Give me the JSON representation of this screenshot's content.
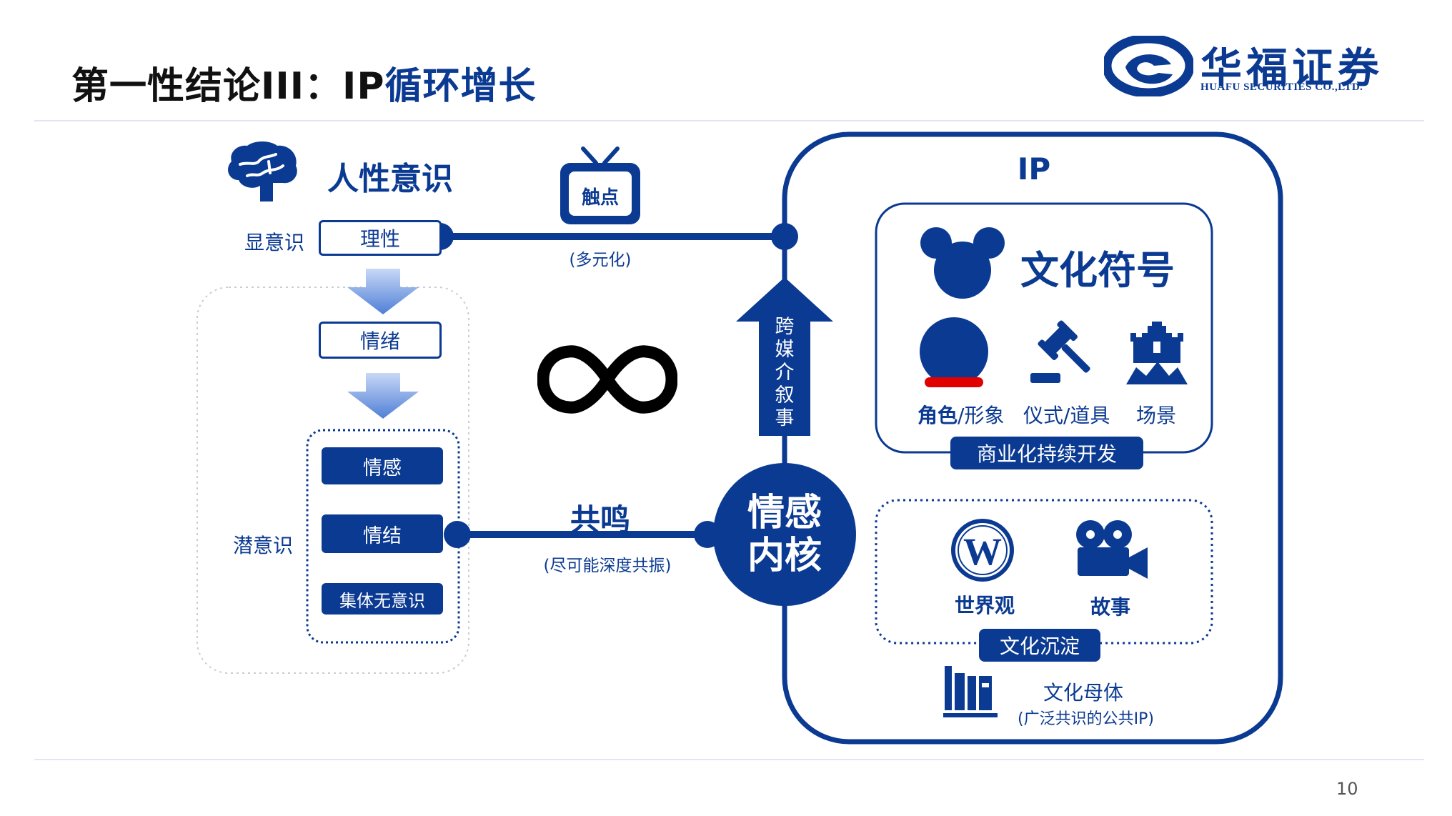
{
  "header": {
    "title_prefix": "第一性结论III：IP",
    "title_highlight": "循环增长",
    "logo_cn": "华福证券",
    "logo_en": "HUAFU SECURITIES CO.,LTD."
  },
  "left": {
    "heading": "人性意识",
    "explicit_label": "显意识",
    "rational": "理性",
    "emotion": "情绪",
    "subconscious_label": "潜意识",
    "feelings": "情感",
    "complex": "情结",
    "collective": "集体无意识"
  },
  "middle": {
    "touchpoint": "触点",
    "diversified": "(多元化)",
    "resonance": "共鸣",
    "resonance_sub": "(尽可能深度共振)",
    "infinity": "∞",
    "cross_media": "跨媒介叙事",
    "core_line1": "情感",
    "core_line2": "内核"
  },
  "ip": {
    "title": "IP",
    "symbol_title": "文化符号",
    "role_bold": "角色",
    "role_rest": "/形象",
    "ritual": "仪式/道具",
    "scene": "场景",
    "commercial": "商业化持续开发",
    "worldview": "世界观",
    "story": "故事",
    "sediment": "文化沉淀",
    "matrix": "文化母体",
    "matrix_sub": "(广泛共识的公共IP)"
  },
  "footer": {
    "page": "10"
  },
  "colors": {
    "accent": "#0b3a92",
    "arrow_light": "#8fb0e8",
    "red": "#e00000"
  },
  "icons": [
    "brain-icon",
    "tv-icon",
    "mouse-ears-icon",
    "ball-icon",
    "gavel-icon",
    "castle-icon",
    "w-badge-icon",
    "camera-icon",
    "books-icon"
  ]
}
